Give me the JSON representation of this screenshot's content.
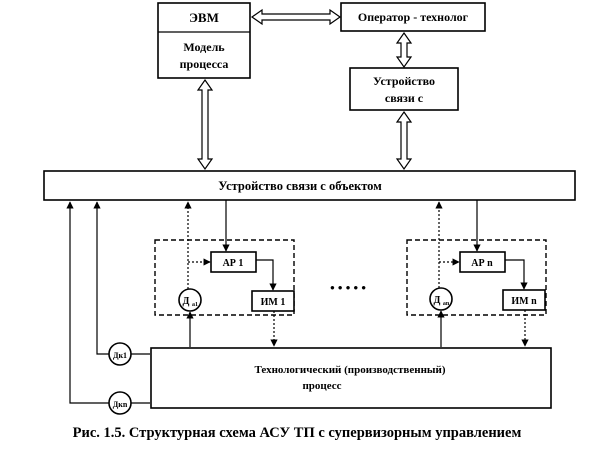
{
  "diagram": {
    "evm_label": "ЭВМ",
    "model_line1": "Модель",
    "model_line2": "процесса",
    "operator_label": "Оператор - технолог",
    "comm_c_line1": "Устройство",
    "comm_c_line2": "связи с",
    "object_bus_label": "Устройство связи с объектом",
    "regulator_1_label": "АР 1",
    "actuator_1_label": "ИМ 1",
    "sensor_1_label": "Д",
    "sensor_1_sub": "a1",
    "regulator_n_label": "АР n",
    "actuator_n_label": "ИМ n",
    "sensor_n_label": "Д",
    "sensor_n_sub": "an",
    "ellipsis": "• • • • •",
    "process_line1": "Технологический    (производственный)",
    "process_line2": "процесс",
    "sensor_c1_label": "Дк1",
    "sensor_cn_label": "Дкn"
  },
  "caption": "Рис.  1.5.  Структурная схема АСУ   ТП с супервизорным  управлением"
}
